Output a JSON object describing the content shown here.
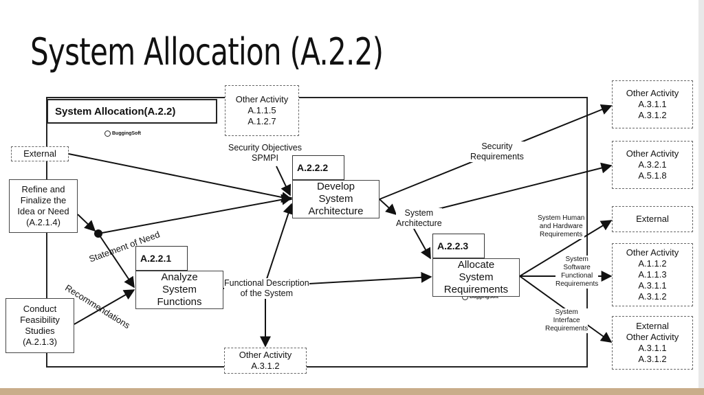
{
  "title": "System Allocation  (A.2.2)",
  "frame_title": "System Allocation(A.2.2)",
  "logo_text": "BuggingSoft",
  "inputs": {
    "external": "External",
    "refine": [
      "Refine and",
      "Finalize the",
      "Idea or Need",
      "(A.2.1.4)"
    ],
    "conduct": [
      "Conduct",
      "Feasibility",
      "Studies",
      "(A.2.1.3)"
    ],
    "other_top": [
      "Other Activity",
      "A.1.1.5",
      "A.1.2.7"
    ],
    "other_bottom": [
      "Other Activity",
      "A.3.1.2"
    ]
  },
  "activities": {
    "a221": {
      "id": "A.2.2.1",
      "name": [
        "Analyze",
        "System",
        "Functions"
      ]
    },
    "a222": {
      "id": "A.2.2.2",
      "name": [
        "Develop",
        "System",
        "Architecture"
      ]
    },
    "a223": {
      "id": "A.2.2.3",
      "name": [
        "Allocate",
        "System",
        "Requirements"
      ]
    }
  },
  "outputs": {
    "o1": [
      "Other Activity",
      "A.3.1.1",
      "A.3.1.2"
    ],
    "o2": [
      "Other Activity",
      "A.3.2.1",
      "A.5.1.8"
    ],
    "o3": [
      "External"
    ],
    "o4": [
      "Other Activity",
      "A.1.1.2",
      "A.1.1.3",
      "A.3.1.1",
      "A.3.1.2"
    ],
    "o5": [
      "External",
      "Other Activity",
      "A.3.1.1",
      "A.3.1.2"
    ]
  },
  "labels": {
    "security_objectives": [
      "Security Objectives",
      "SPMPI"
    ],
    "statement_of_need": "Statement of Need",
    "recommendations": "Recommendations",
    "functional_description": [
      "Functional Description",
      "of the System"
    ],
    "security_requirements": [
      "Security",
      "Requirements"
    ],
    "system_architecture": [
      "System",
      "Architecture"
    ],
    "human_hardware": [
      "System Human",
      "and Hardware",
      "Requirements"
    ],
    "software": [
      "System",
      "Software",
      "Functional",
      "Requirements"
    ],
    "interface": [
      "System",
      "Interface",
      "Requirements"
    ]
  }
}
